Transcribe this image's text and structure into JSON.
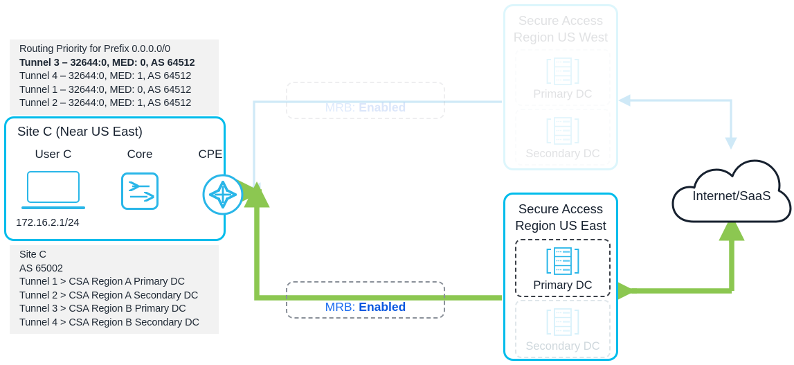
{
  "diagram": {
    "title": "Secure Access dual-region routing with MRB",
    "colors": {
      "cyan": "#00bceb",
      "green": "#8cc751",
      "blue_text": "#1e6ef0",
      "dark": "#17212f",
      "panel_bg": "#f2f2f2",
      "faded": "#dfe6ea"
    }
  },
  "routing_panel": {
    "heading": "Routing Priority for Prefix 0.0.0.0/0",
    "entries": [
      {
        "text": "Tunnel 3 – 32644:0, MED: 0, AS 64512",
        "bold": true
      },
      {
        "text": "Tunnel 4 – 32644:0, MED: 1, AS 64512",
        "bold": false
      },
      {
        "text": "Tunnel 1 – 32644:0, MED: 0, AS 64512",
        "bold": false
      },
      {
        "text": "Tunnel 2 – 32644:0, MED: 1, AS 64512",
        "bold": false
      }
    ]
  },
  "site_panel": {
    "lines": [
      "Site C",
      "AS 65002",
      "Tunnel 1 > CSA Region A Primary DC",
      "Tunnel 2 > CSA Region A Secondary DC",
      "Tunnel 3 > CSA Region B Primary DC",
      "Tunnel 4 > CSA Region B Secondary DC"
    ]
  },
  "site_c": {
    "title": "Site C (Near US East)",
    "user_label": "User C",
    "core_label": "Core",
    "cpe_label": "CPE",
    "ip_address": "172.16.2.1/24",
    "icons": {
      "user": "laptop-icon",
      "core": "switch-icon",
      "cpe": "router-icon"
    }
  },
  "regions": [
    {
      "id": "west",
      "title_line1": "Secure Access",
      "title_line2": "Region US West",
      "active": false,
      "datacenters": [
        {
          "label": "Primary DC",
          "active": false,
          "icon": "server-rack-icon"
        },
        {
          "label": "Secondary DC",
          "active": false,
          "icon": "server-rack-icon"
        }
      ]
    },
    {
      "id": "east",
      "title_line1": "Secure Access",
      "title_line2": "Region US East",
      "active": true,
      "datacenters": [
        {
          "label": "Primary DC",
          "active": true,
          "icon": "server-rack-icon"
        },
        {
          "label": "Secondary DC",
          "active": false,
          "icon": "server-rack-icon"
        }
      ]
    }
  ],
  "tunnels": [
    {
      "id": "top",
      "key": "MRB:",
      "value": "Enabled",
      "active": false
    },
    {
      "id": "bottom",
      "key": "MRB:",
      "value": "Enabled",
      "active": true
    }
  ],
  "internet": {
    "label": "Internet/SaaS",
    "icon": "cloud-icon"
  },
  "flows": [
    {
      "name": "user-to-core",
      "style": "double-arrow",
      "color": "#8cc751",
      "active": true
    },
    {
      "name": "core-to-cpe",
      "style": "double-arrow",
      "color": "#8cc751",
      "active": true
    },
    {
      "name": "cpe-to-us-west",
      "style": "arrow",
      "color": "#cfe9f7",
      "active": false
    },
    {
      "name": "us-west-to-cloud",
      "style": "arrow",
      "color": "#cfe9f7",
      "active": false
    },
    {
      "name": "cpe-to-us-east",
      "style": "arrow",
      "color": "#8cc751",
      "active": true
    },
    {
      "name": "cloud-to-us-east",
      "style": "arrow",
      "color": "#8cc751",
      "active": true
    }
  ]
}
